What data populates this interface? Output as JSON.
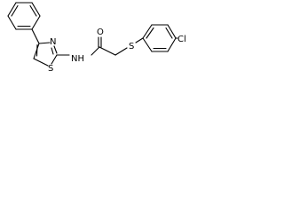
{
  "molecule": {
    "atoms": {
      "thiazole_sulfur": "S",
      "thiazole_nitrogen": "N",
      "amide_nitrogen_label": "NH",
      "carbonyl_oxygen": "O",
      "thioether_sulfur": "S",
      "chlorine": "Cl"
    }
  }
}
